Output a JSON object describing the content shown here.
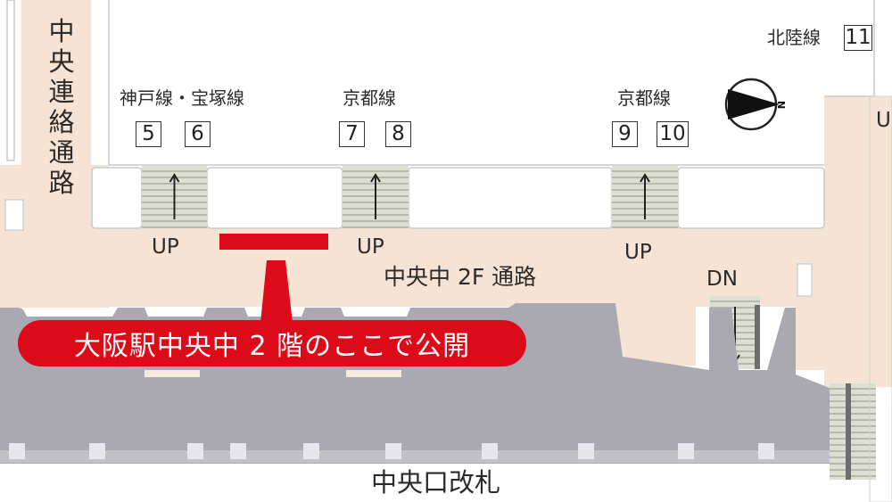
{
  "colors": {
    "concourse": "#f6e3d4",
    "gate_area": "#aaa8b1",
    "accent_red": "#dd0a1a",
    "stair_fill": "#dcdfd2",
    "border_gray": "#c9c9c9"
  },
  "left_passage": {
    "label": "中央連絡通路"
  },
  "platforms": [
    {
      "line": "神戸線・宝塚線",
      "tracks": [
        "5",
        "6"
      ]
    },
    {
      "line": "京都線",
      "tracks": [
        "7",
        "8"
      ]
    },
    {
      "line": "京都線",
      "tracks": [
        "9",
        "10"
      ]
    },
    {
      "line": "北陸線",
      "tracks": [
        "11"
      ]
    }
  ],
  "stairs": [
    {
      "label": "UP"
    },
    {
      "label": "UP"
    },
    {
      "label": "UP"
    },
    {
      "label": "DN"
    }
  ],
  "edge_stair_label": "U",
  "passage_label": "中央中 2F 通路",
  "callout_text": "大阪駅中央中 2 階のここで公開",
  "gate_label": "中央口改札",
  "compass": {
    "icon": "north-arrow-icon",
    "letter": "N"
  }
}
